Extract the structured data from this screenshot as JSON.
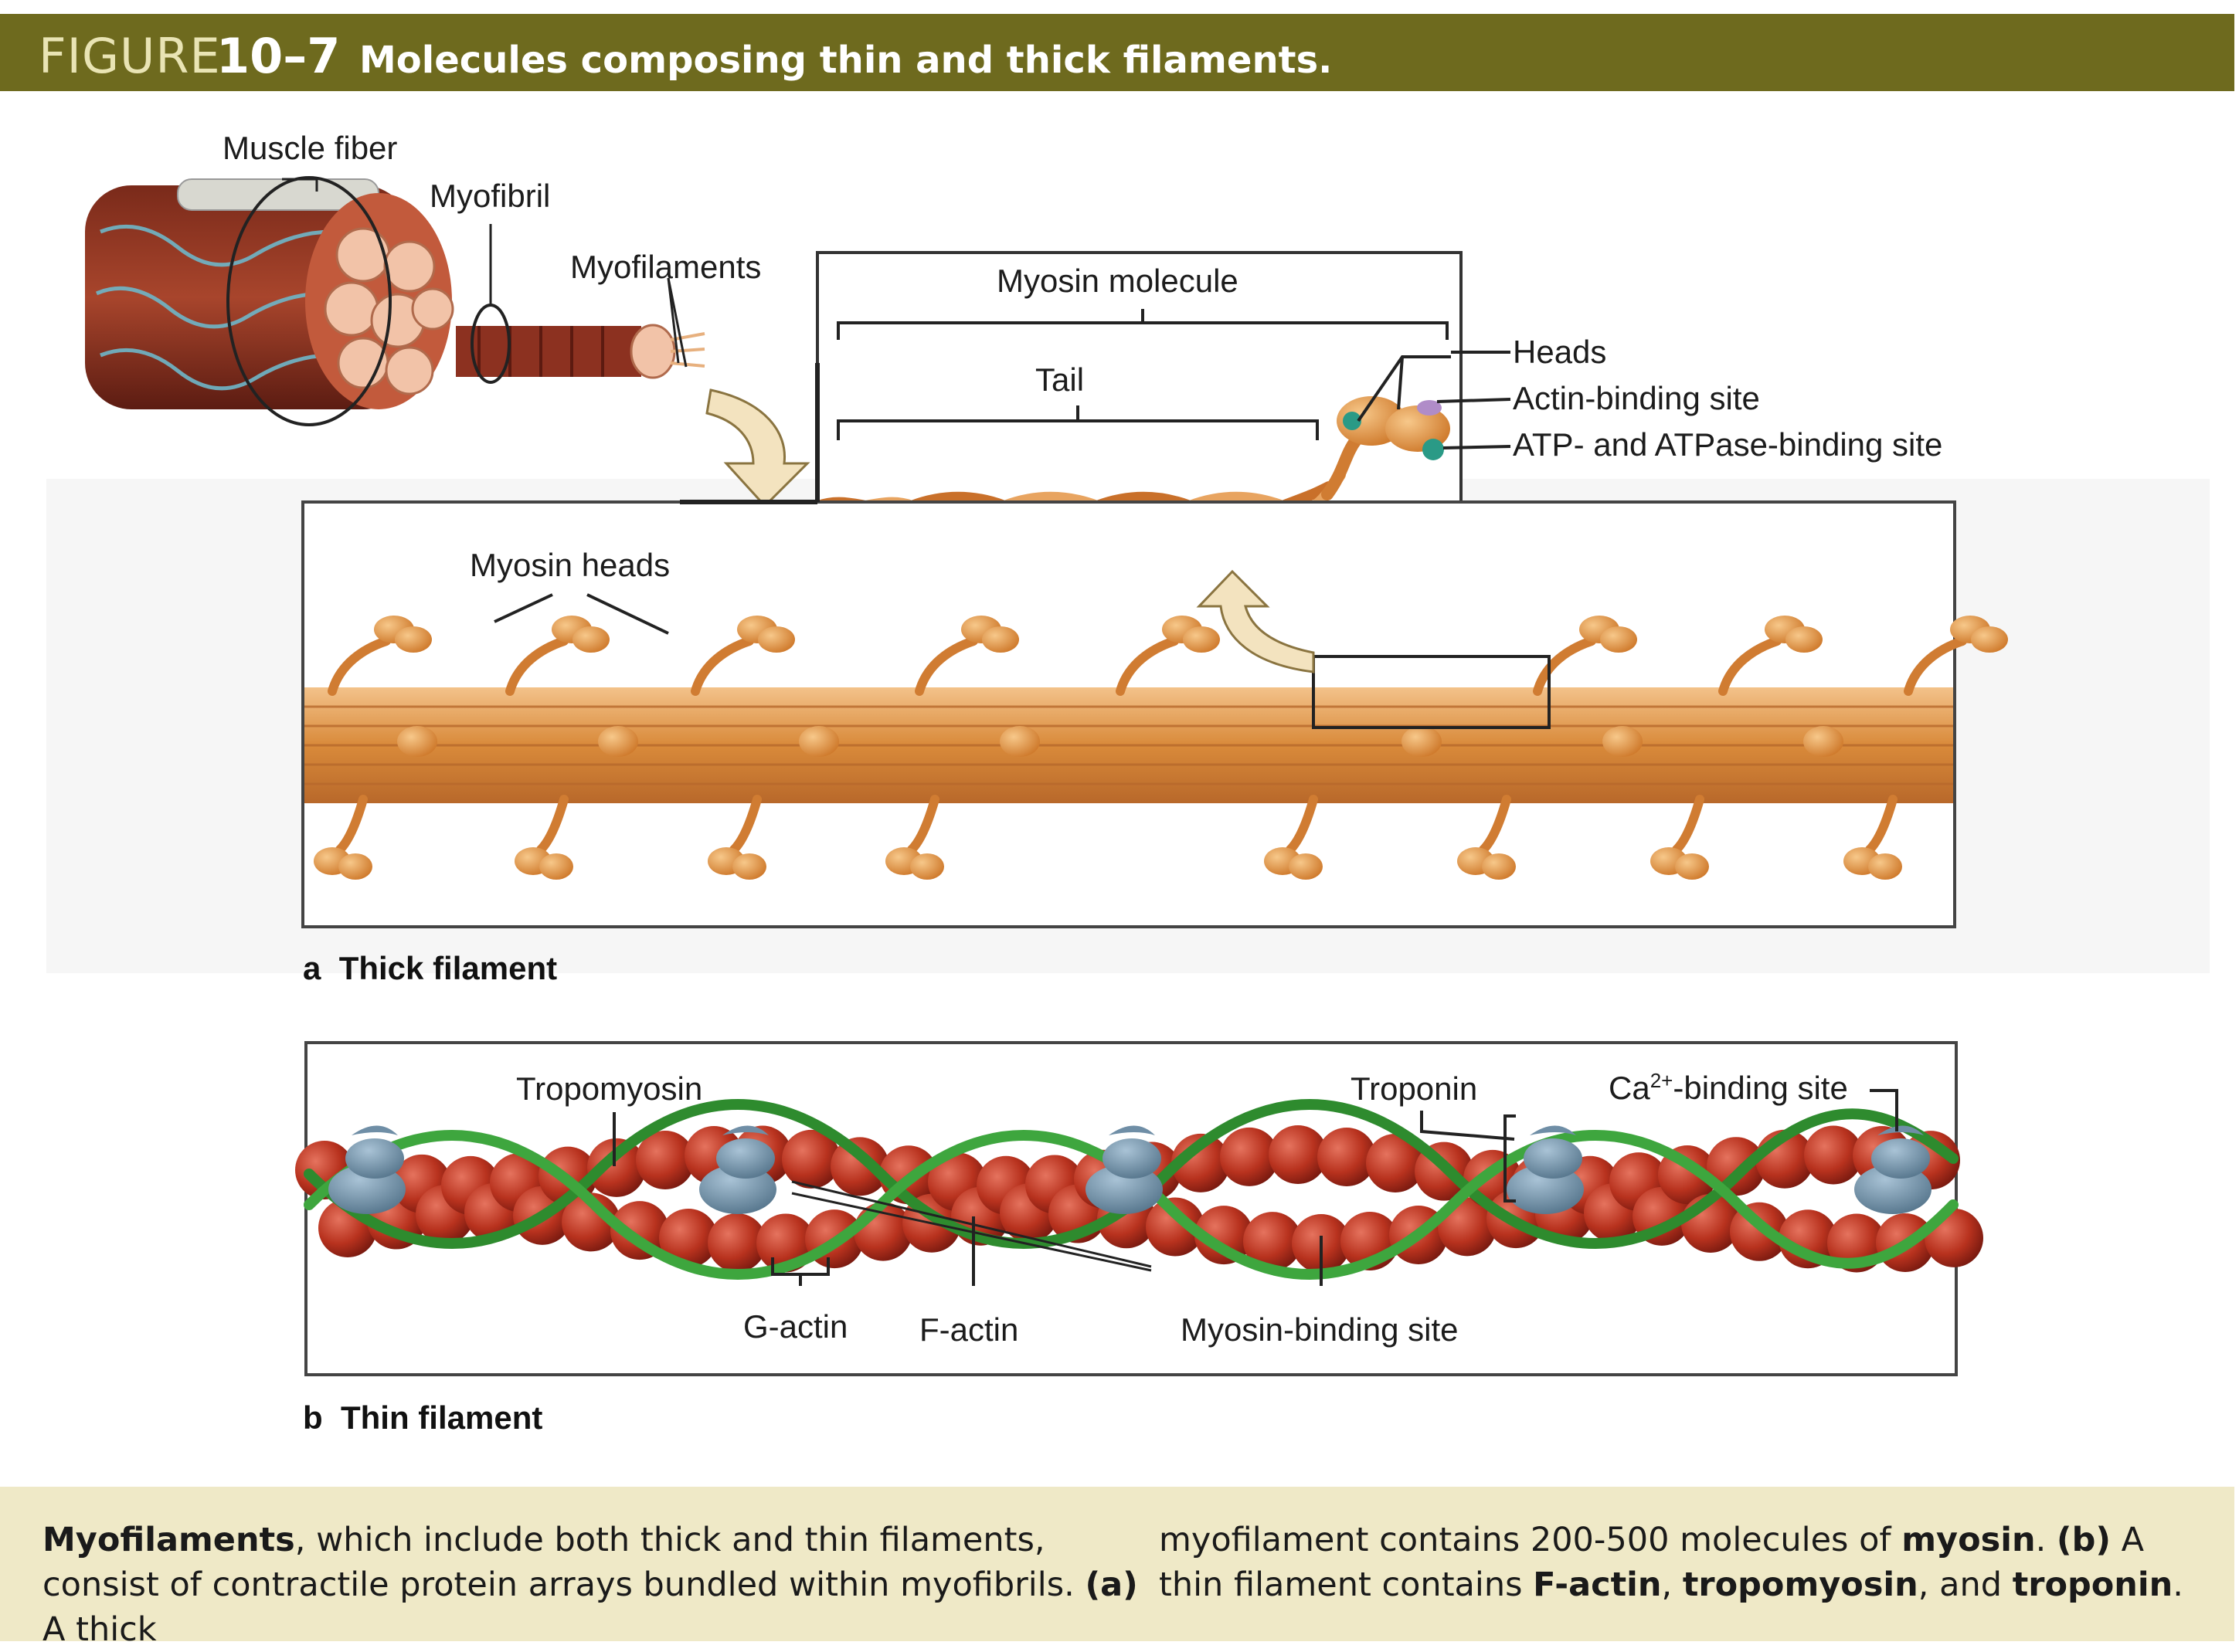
{
  "header": {
    "figure_word": "FIGURE",
    "figure_number": "10–7",
    "title": "Molecules composing thin and thick filaments."
  },
  "labels": {
    "muscle_fiber": "Muscle fiber",
    "myofibril": "Myofibril",
    "myofilaments": "Myofilaments",
    "myosin_molecule": "Myosin molecule",
    "tail": "Tail",
    "heads": "Heads",
    "actin_binding_site": "Actin-binding site",
    "atp_binding_site": "ATP- and ATPase-binding site",
    "myosin_heads": "Myosin heads",
    "tropomyosin": "Tropomyosin",
    "troponin": "Troponin",
    "ca_binding_prefix": "Ca",
    "ca_binding_sup": "2+",
    "ca_binding_suffix": "-binding site",
    "g_actin": "G-actin",
    "f_actin": "F-actin",
    "myosin_binding_site": "Myosin-binding site"
  },
  "panels": {
    "a_letter": "a",
    "a_title": "Thick filament",
    "b_letter": "b",
    "b_title": "Thin filament"
  },
  "caption": {
    "col1": {
      "b1": "Myofilaments",
      "t1": ", which include both thick and thin filaments, consist of contractile protein arrays bundled within myofibrils. ",
      "b2": "(a)",
      "t2": " A thick"
    },
    "col2": {
      "t1": "myofilament contains 200-500 molecules of ",
      "b1": "myosin",
      "t2": ". ",
      "b2": "(b)",
      "t3": " A thin filament contains ",
      "b3": "F-actin",
      "t4": ", ",
      "b4": "tropomyosin",
      "t5": ", and ",
      "b5": "troponin",
      "t6": "."
    }
  },
  "colors": {
    "header_bg": "#6e6a1e",
    "caption_bg": "#efe9c7",
    "myosin": "#d98a3a",
    "actin": "#b8321e",
    "tropomyosin": "#2e8b2e",
    "troponin": "#5c7f98"
  }
}
